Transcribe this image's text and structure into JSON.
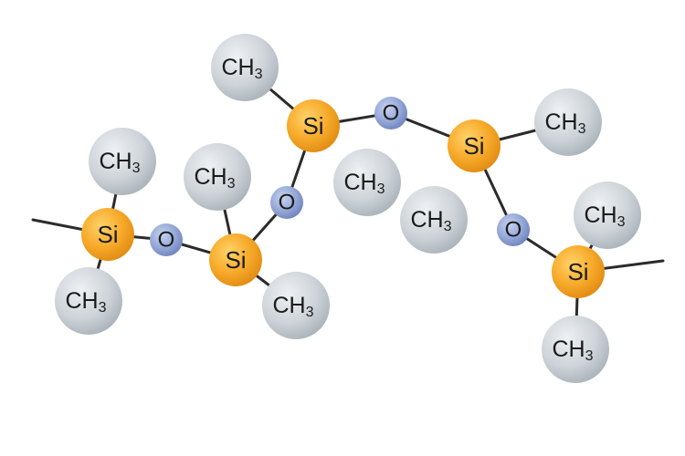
{
  "labels": {
    "silicon": "Si",
    "oxygen": "O",
    "methyl_main": "CH",
    "methyl_sub": "3"
  },
  "colors": {
    "silicon": "#f6a623",
    "oxygen": "#8fa3d3",
    "methyl": "#c9cfd4",
    "bond": "#2b2b2b",
    "background": "#ffffff"
  },
  "icons": {
    "silicon": "orange-sphere",
    "oxygen": "blue-sphere",
    "methyl": "gray-sphere"
  }
}
